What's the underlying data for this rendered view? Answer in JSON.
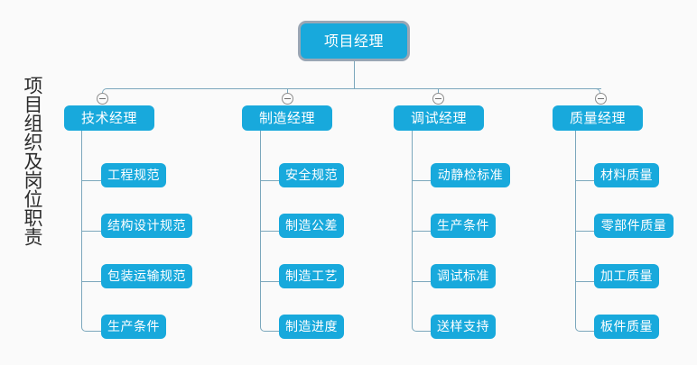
{
  "page": {
    "side_title": "项目组织及岗位职责",
    "background_color": "#fafafa",
    "node_fill_color": "#18a9dc",
    "node_text_color": "#ffffff",
    "connector_color": "#7ba7bc",
    "root_ring_color": "#9aa6b4",
    "toggle_icon": "minus-icon"
  },
  "chart": {
    "type": "org-tree",
    "root": {
      "label": "项目经理",
      "selected": true
    },
    "columns": [
      {
        "manager": "技术经理",
        "collapse_state": "expanded",
        "toggle_label": "−",
        "children": [
          "工程规范",
          "结构设计规范",
          "包装运输规范",
          "生产条件"
        ]
      },
      {
        "manager": "制造经理",
        "collapse_state": "expanded",
        "toggle_label": "−",
        "children": [
          "安全规范",
          "制造公差",
          "制造工艺",
          "制造进度"
        ]
      },
      {
        "manager": "调试经理",
        "collapse_state": "expanded",
        "toggle_label": "−",
        "children": [
          "动静检标准",
          "生产条件",
          "调试标准",
          "送样支持"
        ]
      },
      {
        "manager": "质量经理",
        "collapse_state": "expanded",
        "toggle_label": "−",
        "children": [
          "材料质量",
          "零部件质量",
          "加工质量",
          "板件质量"
        ]
      }
    ]
  }
}
